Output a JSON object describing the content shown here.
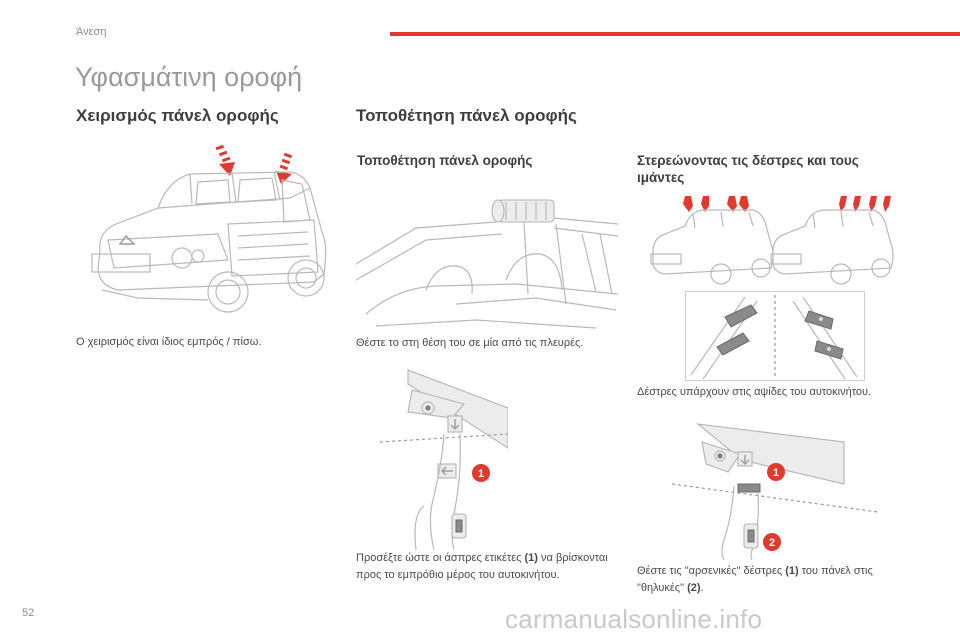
{
  "header": {
    "section": "Άνεση",
    "accent_color": "#e03a2f"
  },
  "page": {
    "title": "Υφασμάτινη οροφή",
    "number": "52"
  },
  "left": {
    "heading": "Χειρισμός πάνελ οροφής",
    "caption": "Ο χειρισμός είναι ίδιος εμπρός / πίσω."
  },
  "middle": {
    "heading": "Τοποθέτηση πάνελ οροφής",
    "subheading": "Τοποθέτηση πάνελ οροφής",
    "caption1": "Θέστε το στη θέση του σε μία από τις πλευρές.",
    "caption2_before": "Προσέξτε ώστε οι άσπρες ετικέτες ",
    "caption2_bold": "(1)",
    "caption2_after": " να βρίσκονται προς το εμπρόθιο μέρος του αυτοκινήτου.",
    "callout1": "1"
  },
  "right": {
    "subheading": "Στερεώνοντας τις δέστρες και τους ιμάντες",
    "caption1": "Δέστρες υπάρχουν στις αψίδες του αυτοκινήτου.",
    "caption2_before": "Θέστε τις \"αρσενικές\" δέστρες ",
    "caption2_bold1": "(1)",
    "caption2_middle": " του πάνελ στις \"θηλυκές\" ",
    "caption2_bold2": "(2)",
    "caption2_after": ".",
    "callout1": "1",
    "callout2": "2"
  },
  "watermark": "carmanualsonline.info"
}
